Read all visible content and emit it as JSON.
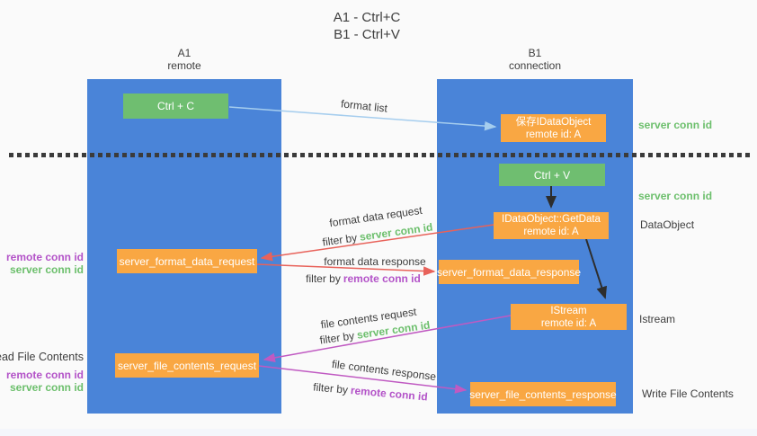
{
  "title": {
    "line1": "A1 - Ctrl+C",
    "line2": "B1 - Ctrl+V"
  },
  "lifelines": {
    "a1": {
      "name": "A1",
      "role": "remote"
    },
    "b1": {
      "name": "B1",
      "role": "connection"
    }
  },
  "nodes": {
    "ctrl_c": {
      "label": "Ctrl + C"
    },
    "ctrl_v": {
      "label": "Ctrl + V"
    },
    "save_dataobject": {
      "line1": "保存IDataObject",
      "line2": "remote id: A"
    },
    "getdata": {
      "line1": "IDataObject::GetData",
      "line2": "remote id: A"
    },
    "istream": {
      "line1": "IStream",
      "line2": "remote id: A"
    },
    "format_request": {
      "label": "server_format_data_request"
    },
    "format_response": {
      "label": "server_format_data_response"
    },
    "file_request": {
      "label": "server_file_contents_request"
    },
    "file_response": {
      "label": "server_file_contents_response"
    }
  },
  "flow_labels": {
    "format_list": "format list",
    "format_data_request": "format data request",
    "format_data_response": "format data response",
    "file_contents_request": "file contents request",
    "file_contents_response": "file contents response",
    "filter_by": "filter by",
    "server_conn_id": "server conn id",
    "remote_conn_id": "remote conn id"
  },
  "side_labels": {
    "server_conn_id_b1_top": "server conn id",
    "server_conn_id_b1_mid": "server conn id",
    "dataobject": "DataObject",
    "istream": "Istream",
    "write_file_contents": "Write File Contents",
    "remote_conn_id_a1_format": "remote conn id",
    "server_conn_id_a1_format": "server conn id",
    "read_file_contents": "Read File Contents",
    "remote_conn_id_a1_file": "remote conn id",
    "server_conn_id_a1_file": "server conn id"
  },
  "colors": {
    "column_blue": "#4a84d8",
    "node_green": "#6fbe70",
    "node_orange": "#f9a743",
    "arrow_light_blue": "#a5cdee",
    "arrow_red": "#e8625a",
    "arrow_magenta": "#c05ac2",
    "arrow_black": "#2d2d2d",
    "text_green": "#6cbf6c",
    "text_purple": "#b353c8",
    "text_dark": "#3d3d3d"
  }
}
